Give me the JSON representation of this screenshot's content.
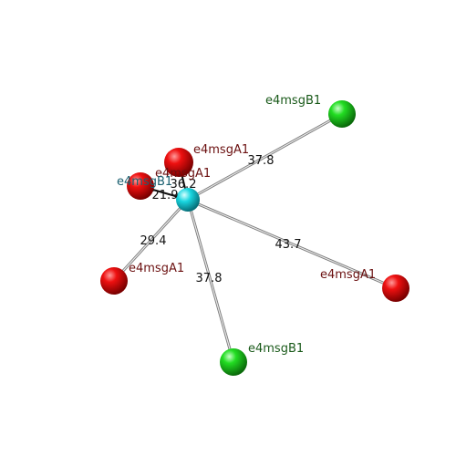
{
  "colors": {
    "center": "#19d6e0",
    "msgA": "#e00000",
    "msgB": "#22dd22",
    "labelA": "#6b1010",
    "labelB": "#1a5a1a",
    "labelCenter": "#1a6070",
    "bond": "#a8a8a8",
    "dash": "#111111"
  },
  "center": {
    "label": "e4msgB1",
    "color_key": "center"
  },
  "neighbors": [
    {
      "label": "e4msgA1",
      "type": "A",
      "distance": "36.2"
    },
    {
      "label": "e4msgA1",
      "type": "A",
      "distance": "21.9"
    },
    {
      "label": "e4msgB1",
      "type": "B",
      "distance": "37.8"
    },
    {
      "label": "e4msgA1",
      "type": "A",
      "distance": "29.4"
    },
    {
      "label": "e4msgA1",
      "type": "A",
      "distance": "43.7"
    },
    {
      "label": "e4msgB1",
      "type": "B",
      "distance": "37.8"
    }
  ]
}
